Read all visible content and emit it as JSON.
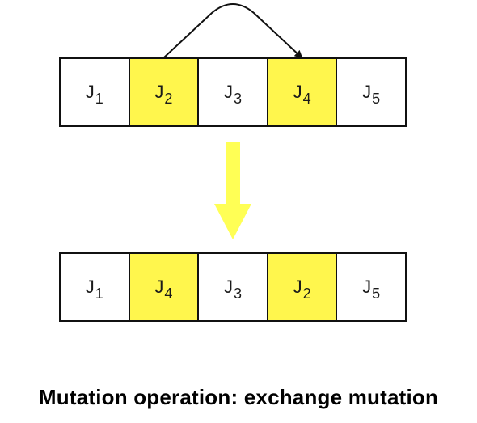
{
  "diagram": {
    "colors": {
      "highlight": "#fff64d",
      "arrow": "#ffff55",
      "stroke": "#111111"
    },
    "before": [
      {
        "letter": "J",
        "sub": "1",
        "highlight": false
      },
      {
        "letter": "J",
        "sub": "2",
        "highlight": true
      },
      {
        "letter": "J",
        "sub": "3",
        "highlight": false
      },
      {
        "letter": "J",
        "sub": "4",
        "highlight": true
      },
      {
        "letter": "J",
        "sub": "5",
        "highlight": false
      }
    ],
    "after": [
      {
        "letter": "J",
        "sub": "1",
        "highlight": false
      },
      {
        "letter": "J",
        "sub": "4",
        "highlight": true
      },
      {
        "letter": "J",
        "sub": "3",
        "highlight": false
      },
      {
        "letter": "J",
        "sub": "2",
        "highlight": true
      },
      {
        "letter": "J",
        "sub": "5",
        "highlight": false
      }
    ]
  },
  "caption": "Mutation operation: exchange mutation"
}
